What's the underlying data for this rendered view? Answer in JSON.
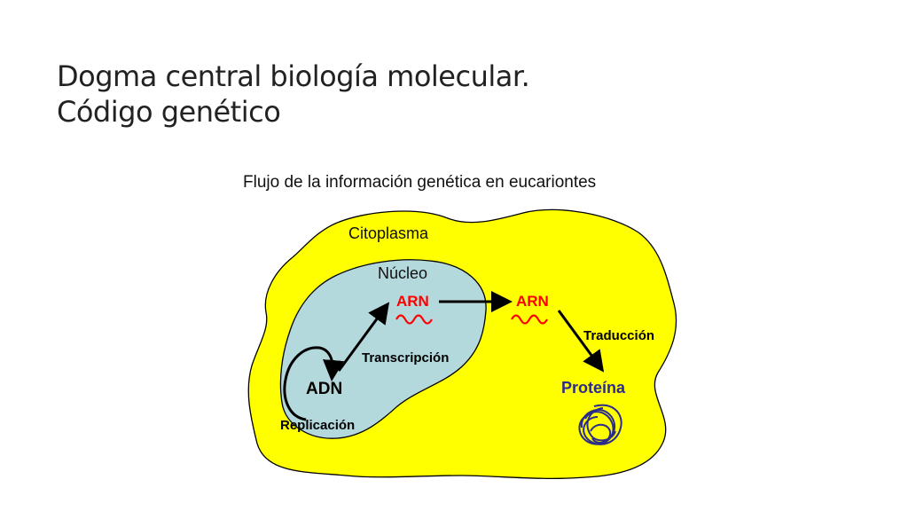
{
  "slide": {
    "title_line1": "Dogma central biología molecular.",
    "title_line2": "Código genético"
  },
  "diagram": {
    "heading": "Flujo de la información genética en eucariontes",
    "cytoplasm_label": "Citoplasma",
    "nucleus_label": "Núcleo",
    "dna_label": "ADN",
    "replication_label": "Replicación",
    "transcription_label": "Transcripción",
    "rna_nucleus_label": "ARN",
    "rna_cytoplasm_label": "ARN",
    "translation_label": "Traducción",
    "protein_label": "Proteína",
    "colors": {
      "cytoplasm_fill": "#ffff00",
      "nucleus_fill": "#b3d9dd",
      "rna": "#ff0000",
      "protein": "#2b2b8c",
      "outline": "#000000"
    }
  }
}
